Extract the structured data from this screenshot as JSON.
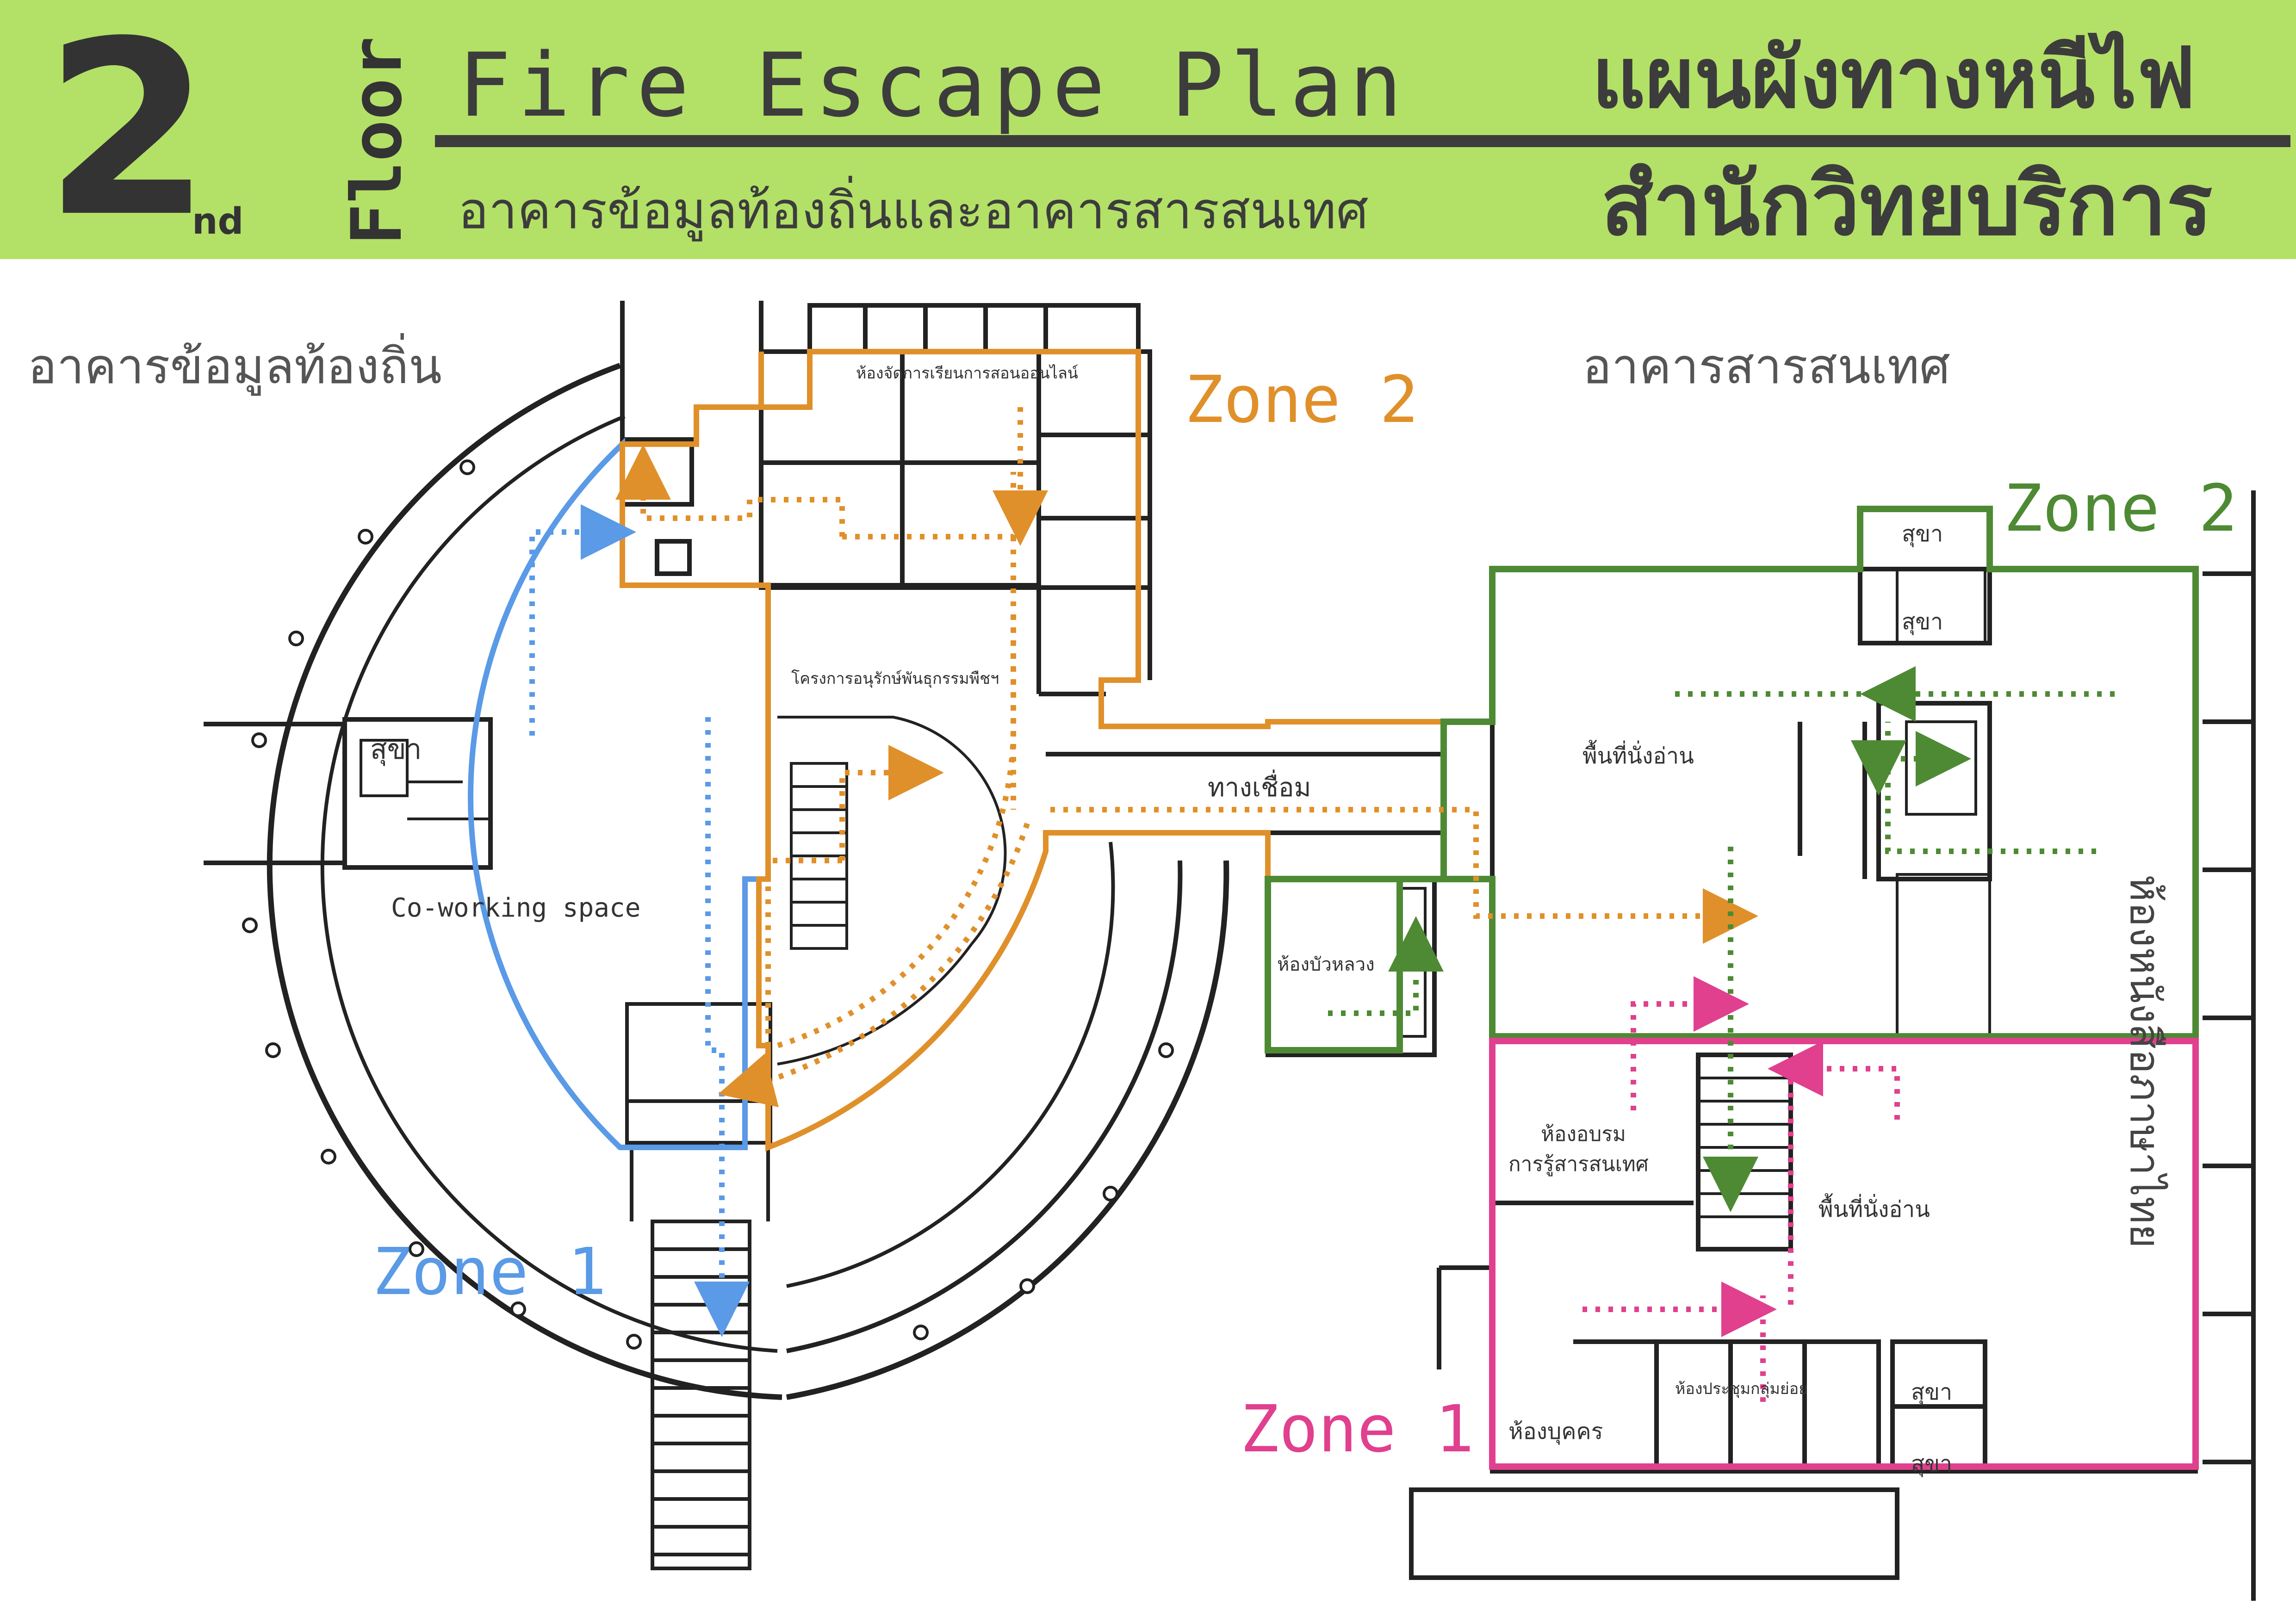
{
  "header": {
    "floor_number": "2",
    "floor_suffix": "nd",
    "floor_word": "Floor",
    "title_en": "Fire Escape Plan",
    "title_th": "แผนผังทางหนีไฟ",
    "subtitle_th": "อาคารข้อมูลท้องถิ่นและอาคารสารสนเทศ",
    "department_th": "สำนักวิทยบริการ"
  },
  "buildings": {
    "local_info": "อาคารข้อมูลท้องถิ่น",
    "information": "อาคารสารสนเทศ"
  },
  "rooms": {
    "online_learning": "ห้องจัดการเรียนการสอนออนไลน์",
    "plant_genetics": "โครงการอนุรักษ์พันธุกรรมพืชฯ",
    "restroom_left": "สุขา",
    "coworking": "Co-working space",
    "connector": "ทางเชื่อม",
    "lotus_room": "ห้องบัวหลวง",
    "reading_area_top": "พื้นที่นั่งอ่าน",
    "restroom_top_1": "สุขา",
    "restroom_top_2": "สุขา",
    "training_room_line1": "ห้องอบรม",
    "training_room_line2": "การรู้สารสนเทศ",
    "reading_area_bottom": "พื้นที่นั่งอ่าน",
    "meeting_room": "ห้องประชุมกลุ่มย่อย",
    "personnel_room": "ห้องบุคคร",
    "restroom_bottom_1": "สุขา",
    "restroom_bottom_2": "สุขา",
    "thai_books_room": "ห้องหนังสือภาษาไทย"
  },
  "zones": {
    "left_zone_1": "Zone 1",
    "left_zone_2": "Zone 2",
    "right_zone_1": "Zone 1",
    "right_zone_2": "Zone 2"
  },
  "colors": {
    "header_bg": "#b3e067",
    "zone_blue": "#5a9ae6",
    "zone_orange": "#e0902a",
    "zone_green": "#4e8a34",
    "zone_pink": "#e0408e",
    "wall": "#222222"
  }
}
